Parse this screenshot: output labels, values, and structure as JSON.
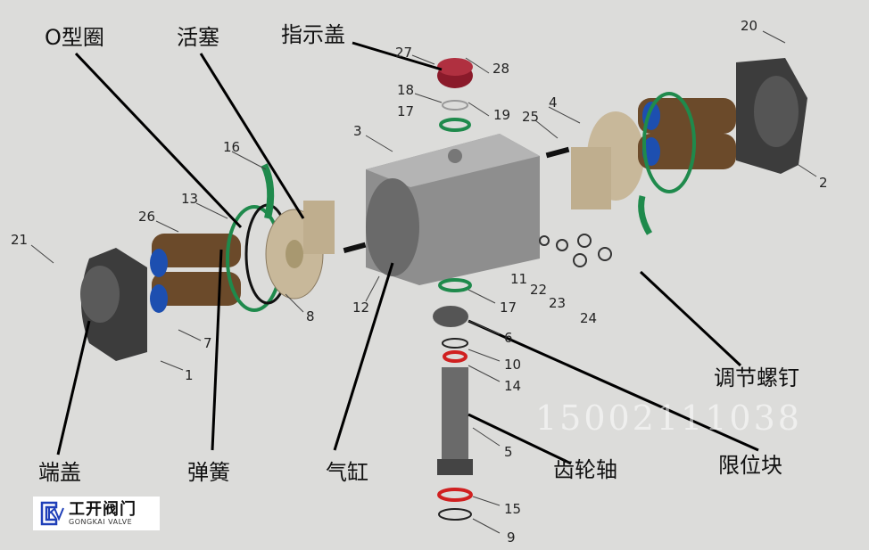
{
  "labels_cn": {
    "o_ring": "O型圈",
    "piston": "活塞",
    "indicator_cover": "指示盖",
    "adjust_screw": "调节螺钉",
    "limit_block": "限位块",
    "gear_shaft": "齿轮轴",
    "cylinder": "气缸",
    "spring": "弹簧",
    "end_cap": "端盖"
  },
  "part_numbers": {
    "n27": "27",
    "n28": "28",
    "n18": "18",
    "n19": "19",
    "n17a": "17",
    "n3": "3",
    "n25": "25",
    "n4": "4",
    "n20": "20",
    "n2": "2",
    "n16": "16",
    "n13": "13",
    "n26": "26",
    "n21": "21",
    "n8": "8",
    "n7": "7",
    "n1": "1",
    "n12": "12",
    "n17b": "17",
    "n11": "11",
    "n22": "22",
    "n23": "23",
    "n24": "24",
    "n6": "6",
    "n10": "10",
    "n14": "14",
    "n5": "5",
    "n15": "15",
    "n9": "9"
  },
  "watermark": "15002111038",
  "logo": {
    "name_cn": "工开阀门",
    "name_en": "GONGKAI VALVE"
  },
  "colors": {
    "background": "#dcdcda",
    "oring_green": "#1f8a4c",
    "spring_blue": "#1d4fb0",
    "spring_brown": "#6b4a2a",
    "logo_blue": "#1f3fb8"
  }
}
